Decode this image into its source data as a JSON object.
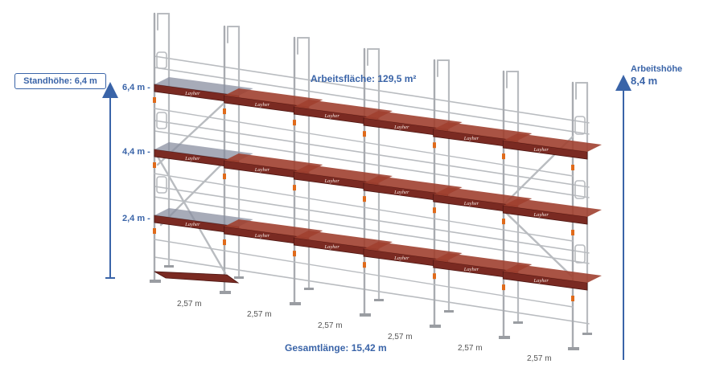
{
  "labels": {
    "standhoehe": "Standhöhe: 6,4 m",
    "arbeitsflaeche": "Arbeitsfläche: 129,5 m²",
    "arbeitshoehe_title": "Arbeitshöhe",
    "arbeitshoehe_value": "8,4 m",
    "gesamtlaenge": "Gesamtlänge: 15,42 m",
    "brand": "Layher"
  },
  "levels": [
    "6,4 m -",
    "4,4 m -",
    "2,4 m -"
  ],
  "bay_widths": [
    "2,57 m",
    "2,57 m",
    "2,57 m",
    "2,57 m",
    "2,57 m",
    "2,57 m"
  ],
  "colors": {
    "accent": "#3a64a8",
    "deck": "#7a2a22",
    "deck_dark": "#4e1612",
    "steel": "#b9bcc0",
    "orange_mark": "#e06a1a",
    "text_grey": "#555555"
  }
}
